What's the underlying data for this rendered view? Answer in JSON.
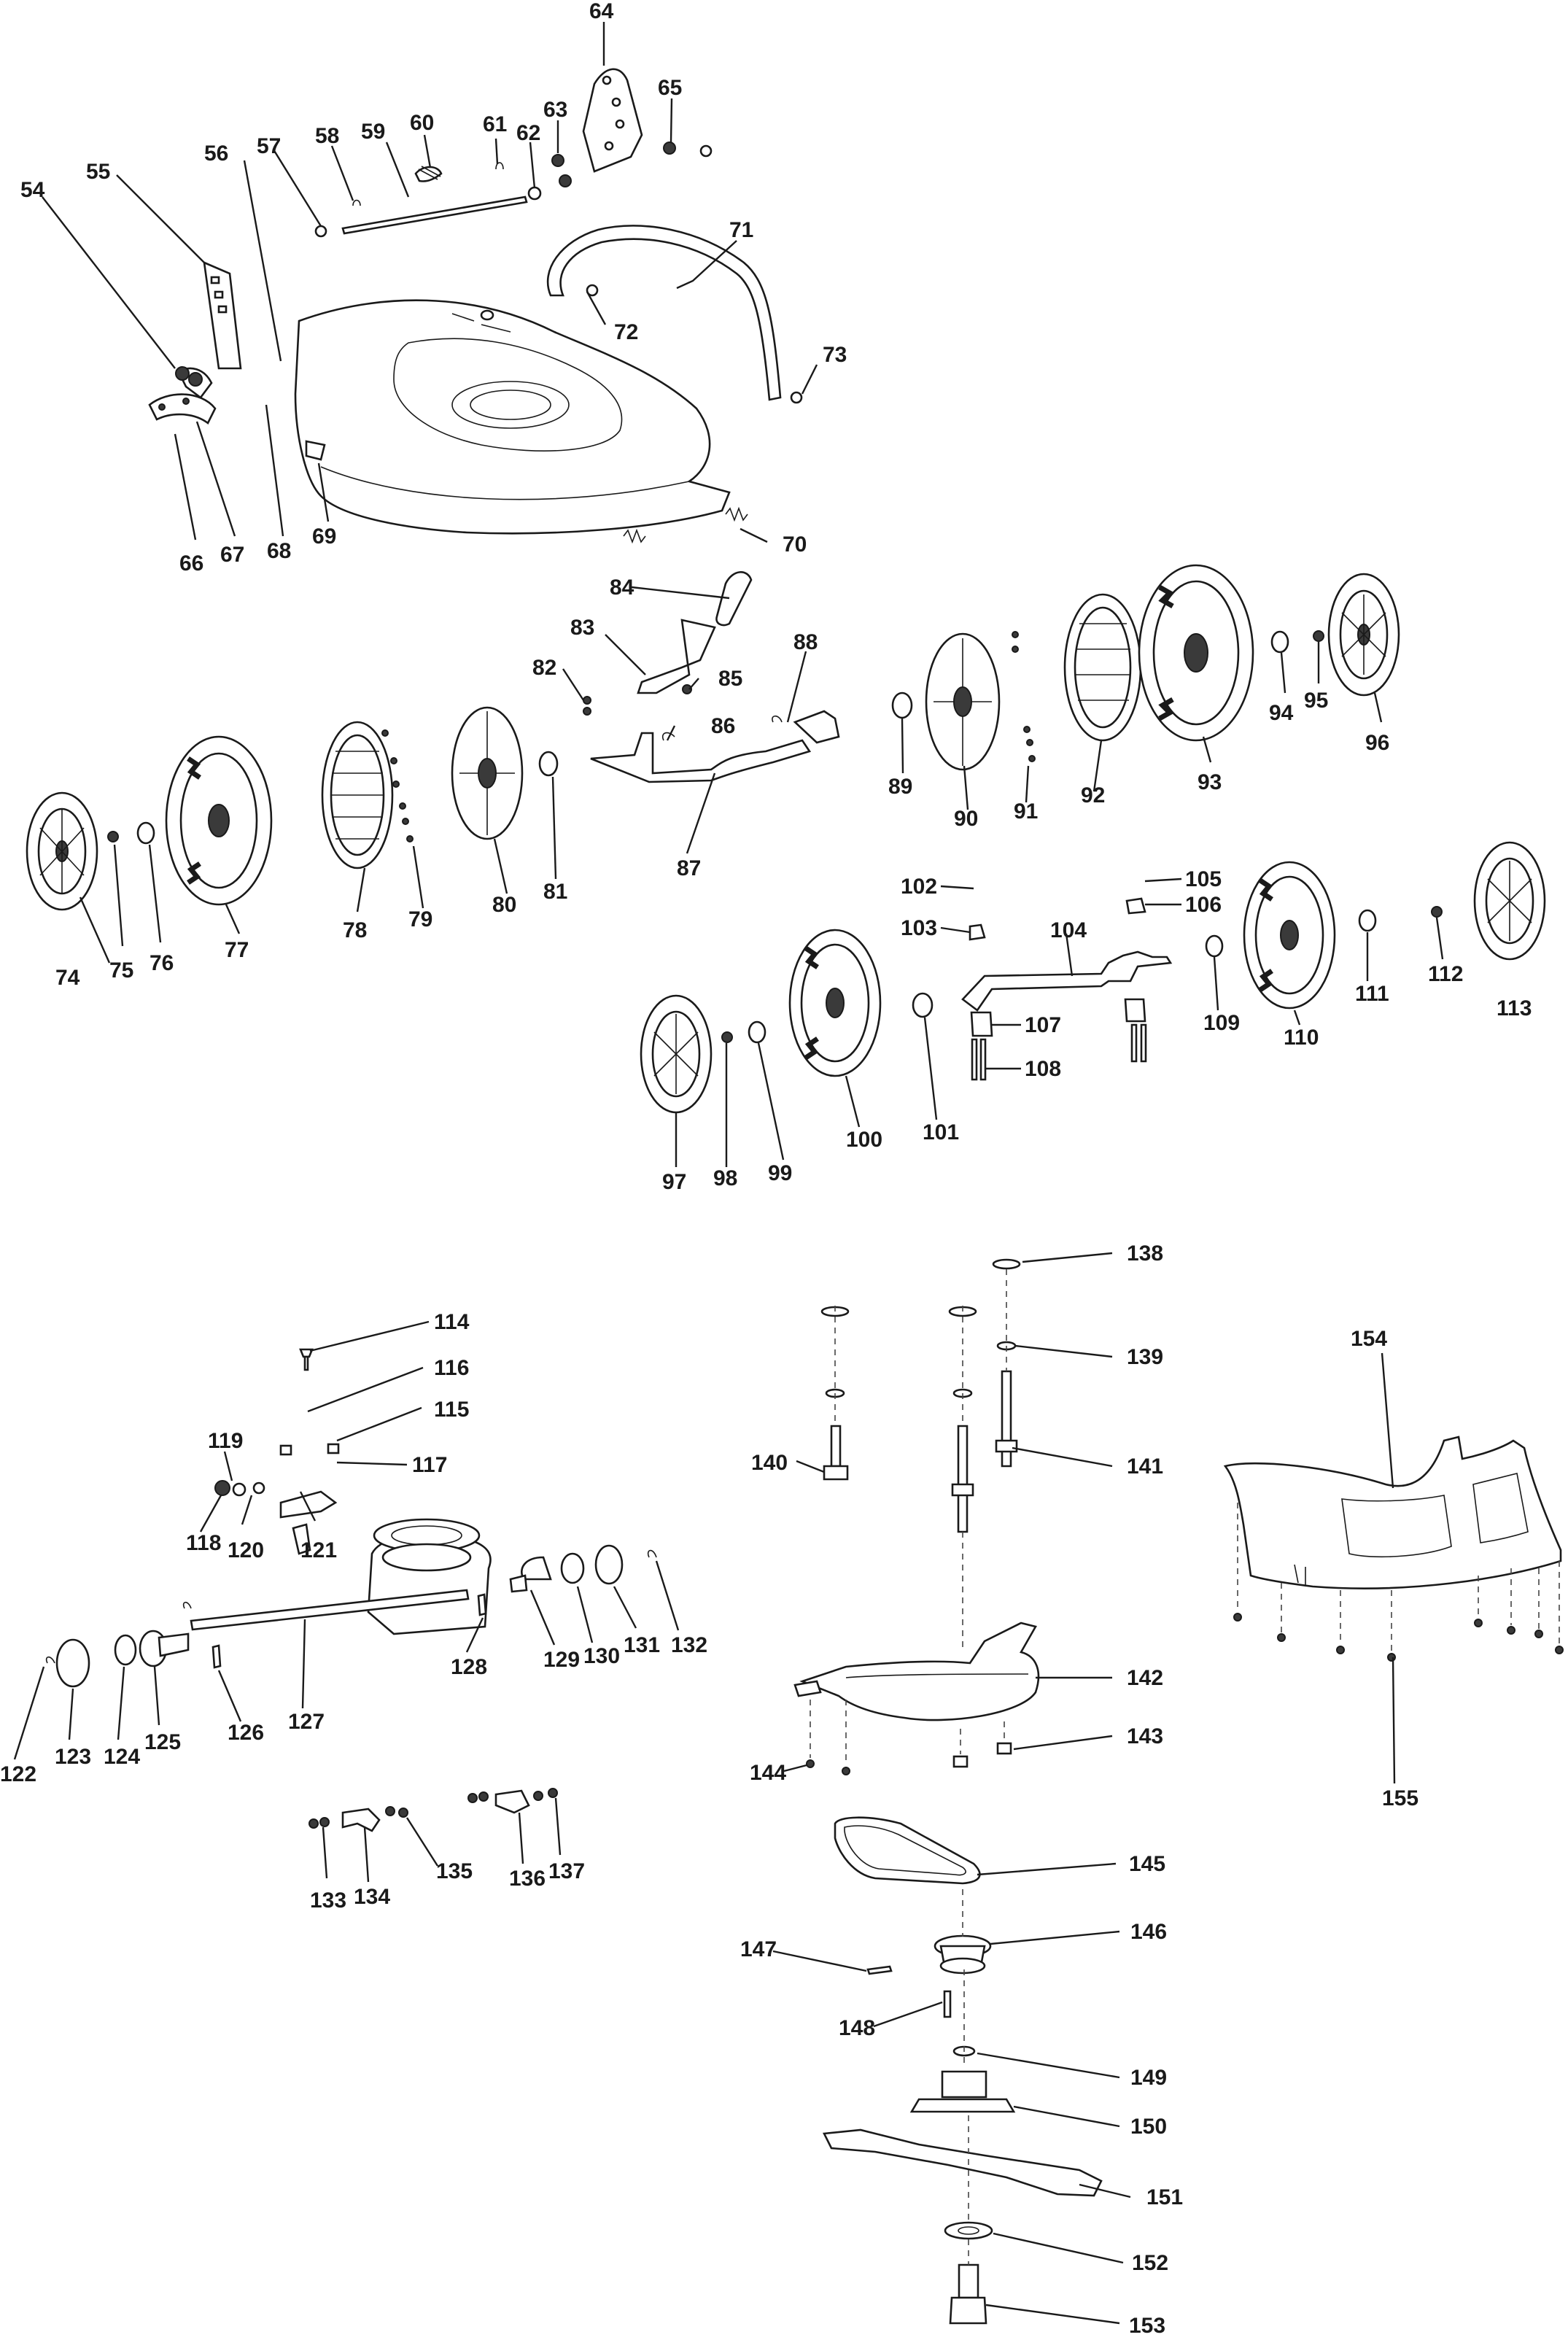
{
  "diagram": {
    "title": "",
    "labels": [
      "54",
      "55",
      "56",
      "57",
      "58",
      "59",
      "60",
      "61",
      "62",
      "63",
      "64",
      "65",
      "66",
      "67",
      "68",
      "69",
      "70",
      "71",
      "72",
      "73",
      "74",
      "75",
      "76",
      "77",
      "78",
      "79",
      "80",
      "81",
      "82",
      "83",
      "84",
      "85",
      "86",
      "87",
      "88",
      "89",
      "90",
      "91",
      "92",
      "93",
      "94",
      "95",
      "96",
      "97",
      "98",
      "99",
      "100",
      "101",
      "102",
      "103",
      "104",
      "105",
      "106",
      "107",
      "108",
      "109",
      "110",
      "111",
      "112",
      "113",
      "114",
      "115",
      "116",
      "117",
      "118",
      "119",
      "120",
      "121",
      "122",
      "123",
      "124",
      "125",
      "126",
      "127",
      "128",
      "129",
      "130",
      "131",
      "132",
      "133",
      "134",
      "135",
      "136",
      "137",
      "138",
      "139",
      "140",
      "141",
      "142",
      "143",
      "144",
      "145",
      "146",
      "147",
      "148",
      "149",
      "150",
      "151",
      "152",
      "153",
      "154",
      "155"
    ]
  }
}
